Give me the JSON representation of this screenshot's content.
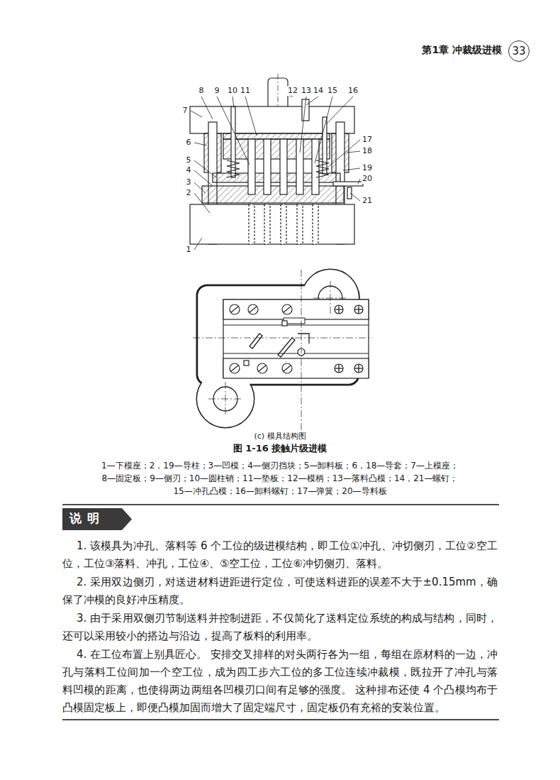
{
  "diagram": {
    "caption": "图 1-16  接触片级进模",
    "nodes": [
      {
        "text": [
          "33"
        ]
      },
      {
        "text": [
          "说明"
        ]
      }
    ],
    "labels": [
      "第1章  冲裁级进模",
      "8",
      "9",
      "10",
      "11",
      "12",
      "13",
      "14",
      "15",
      "16",
      "7",
      "6",
      "17",
      "18",
      "5",
      "4",
      "19",
      "3",
      "20",
      "2",
      "21",
      "1",
      "(c) 模具结构图",
      "1—下模座；2，19—导柱；3—凹模；4—侧刃挡块；5—卸料板；6，18—导套；7—上模座；",
      "8—固定板；9—侧刃；10—圆柱销；11—垫板；12—模柄；13—落料凸模；14，21—螺钉；",
      "15—冲孔凸模；16—卸料螺钉；17—弹簧；20—导料板",
      "1. 该模具为冲孔、落料等 6 个工位的级进模结构，即工位①冲孔、冲切侧刃，工位②空工位，工位③落料、冲孔，工位④、⑤空工位，工位⑥冲切侧刃、落料。",
      "2. 采用双边侧刃，对送进材料进距进行定位，可使送料进距的误差不大于±0.15mm，确保了冲模的良好冲压精度。",
      "3. 由于采用双侧刃节制送料并控制进距，不仅简化了送料定位系统的构成与结构，同时，还可以采用较小的搭边与沿边，提高了板料的利用率。",
      "4. 在工位布置上别具匠心。 安排交叉排样的对头两行各为一组，每组在原材料的一边，冲孔与落料工位间加一个空工位，成为四工步六工位的多工位连续冲裁模，既拉开了冲孔与落料凹模的距离，也使得两边两组各凹模刃口间有足够的强度。 这种排布还使 4 个凸模均布于凸模固定板上，即便凸模加固而增大了固定端尺寸，固定板仍有充裕的安装位置。"
    ]
  }
}
